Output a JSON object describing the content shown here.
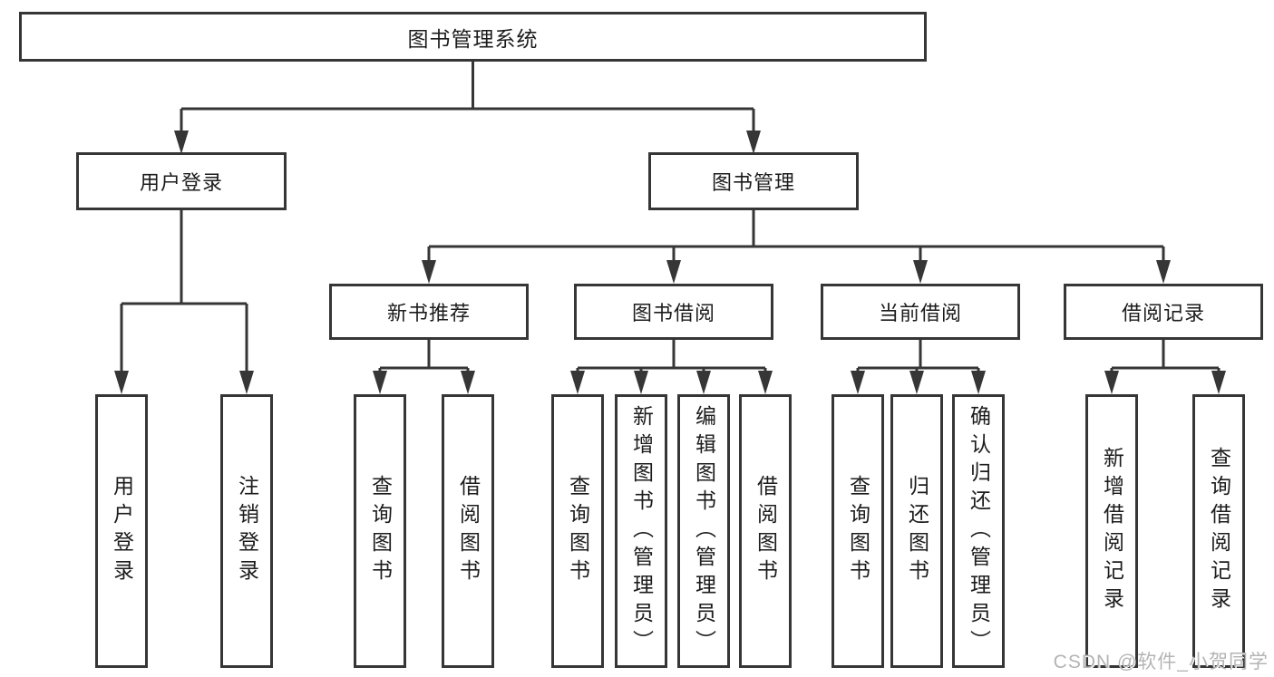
{
  "diagram": {
    "title": "图书管理系统",
    "level2": {
      "user_login": "用户登录",
      "book_mgmt": "图书管理"
    },
    "level3": {
      "new_books": "新书推荐",
      "book_borrow": "图书借阅",
      "current_borrow": "当前借阅",
      "borrow_records": "借阅记录"
    },
    "leaves": {
      "user_login": [
        "用户登录",
        "注销登录"
      ],
      "new_books": [
        "查询图书",
        "借阅图书"
      ],
      "book_borrow": [
        "查询图书",
        "新增图书（管理员）",
        "编辑图书（管理员）",
        "借阅图书"
      ],
      "current_borrow": [
        "查询图书",
        "归还图书",
        "确认归还（管理员）"
      ],
      "borrow_records": [
        "新增借阅记录",
        "查询借阅记录"
      ]
    }
  },
  "watermark": "CSDN @软件_小贺同学",
  "colors": {
    "line": "#363636",
    "text": "#1c1c1c",
    "watermark": "#b4b4b4"
  }
}
